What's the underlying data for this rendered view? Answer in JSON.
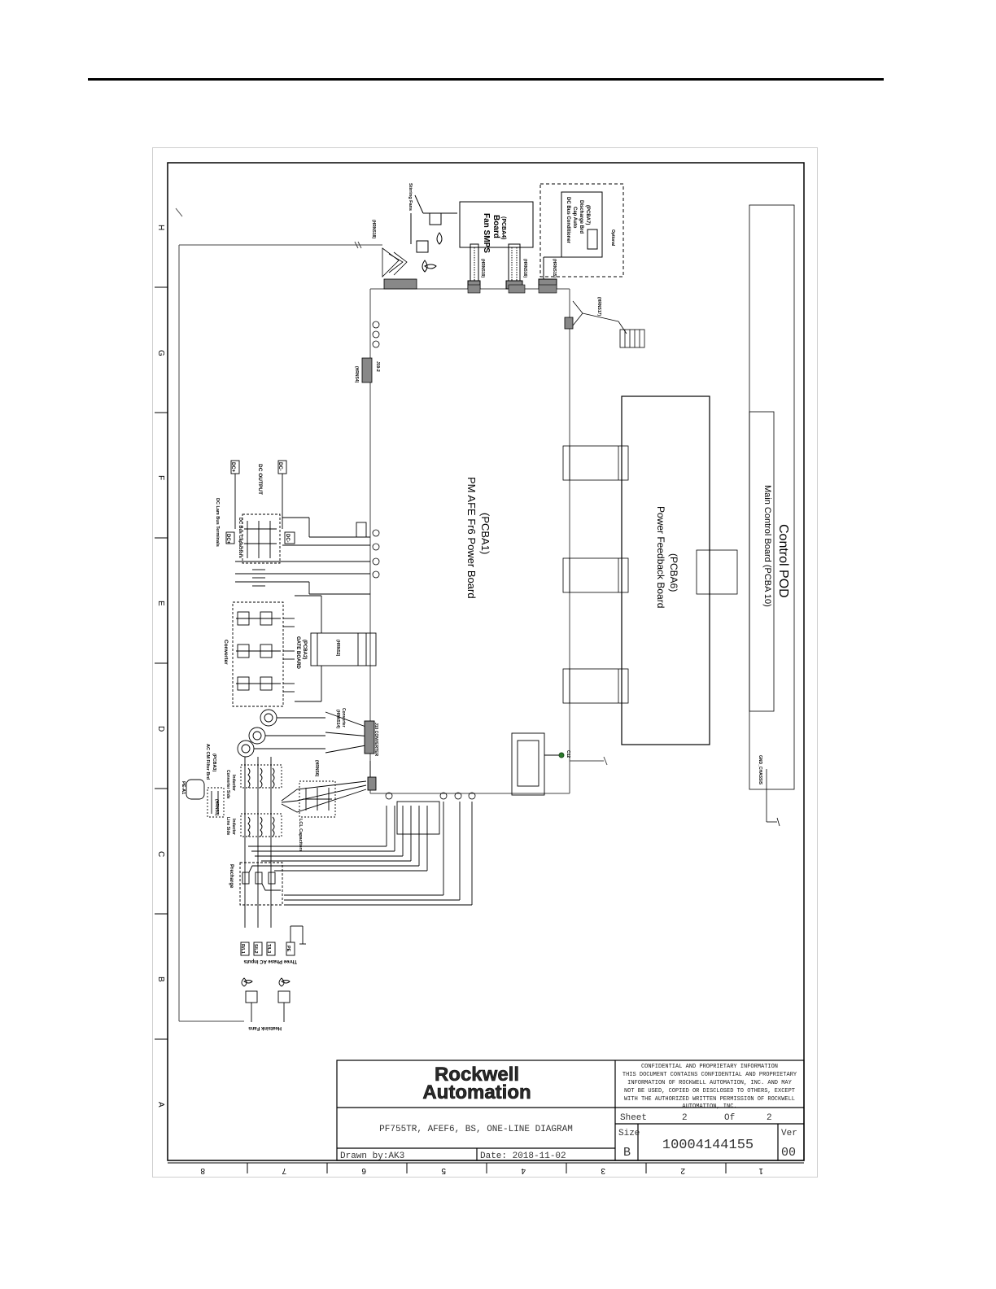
{
  "border": {
    "row_letters": [
      "H",
      "G",
      "F",
      "E",
      "D",
      "C",
      "B",
      "A"
    ],
    "col_numbers": [
      "8",
      "7",
      "6",
      "5",
      "4",
      "3",
      "2",
      "1"
    ]
  },
  "labels": {
    "stirring_fans": "Stirring Fans",
    "hrns_18": "(HRNS18)",
    "hrns_19": "(HRNS19)",
    "hrns_16": "(HRNS16)",
    "hrns_15": "(HRNS15)",
    "hrns_17": "(HRNS17)",
    "hrns_4": "(HRNS4)",
    "hrns_6": "(HRNS6)",
    "hrns_3": "(HRNS3)",
    "hrns_2": "(HRNS2)",
    "hrns_14": "(HRNS14)",
    "converter_hrns": "Converter",
    "fan_smps_line1": "Fan SMPS",
    "fan_smps_line2": "Board",
    "fan_smps_line3": "(PCBA4)",
    "dc_bus_cond_line1": "DC Bus Conditioner",
    "dc_bus_cond_line2": "Cap Auto",
    "dc_bus_cond_line3": "Discharge Brd",
    "dc_bus_cond_line4": "(PCBA7)",
    "optional": "Optional",
    "dc_lam_bus": "DC Lam Bus Terminals",
    "dc_bus_caps": "DC Bus Capacitors",
    "dc_output": "DC OUTPUT",
    "dc_plus": "DC+",
    "dc_minus": "DC-",
    "converter": "Converter",
    "gate_board": "GATE BOARD",
    "gate_pcba": "(PCBA2)",
    "pm_afe_line1": "PM AFE Fr6 Power Board",
    "pm_afe_line2": "(PCBA1)",
    "power_feedback_line1": "Power Feedback Board",
    "power_feedback_line2": "(PCBA6)",
    "main_control": "Main Control Board (PCBA 10)",
    "control_pod": "Control POD",
    "ac_cm_filter": "AC CM Filter Brd",
    "ac_cm_pcba": "(PCBA3)",
    "converter_side_inductor_1": "Converter Side",
    "converter_side_inductor_2": "Inductor",
    "line_side_inductor_1": "Line Side",
    "line_side_inductor_2": "Inductor",
    "lcl_caps": "LCL Capacitors",
    "precharge": "Precharge",
    "three_phase": "Three Phase AC Inputs",
    "heatsink_fans": "Heatsink Fans",
    "pe_a1": "PE-A1",
    "r_l1": "R/L1",
    "s_l2": "S/L2",
    "t_l3": "T/L3",
    "pe": "PE",
    "j10_converter": "J10 CONVERTER",
    "j19": "J19-2",
    "c12": "C12",
    "gnd_chassis": "GND_CHASSIS"
  },
  "title_block": {
    "logo_line1": "Rockwell",
    "logo_line2": "Automation",
    "confidential_lines": [
      "CONFIDENTIAL AND PROPRIETARY INFORMATION",
      "THIS DOCUMENT CONTAINS CONFIDENTIAL AND PROPRIETARY",
      "INFORMATION OF ROCKWELL AUTOMATION, INC. AND MAY",
      "NOT BE USED, COPIED OR DISCLOSED TO OTHERS, EXCEPT",
      "WITH THE AUTHORIZED WRITTEN PERMISSION OF ROCKWELL",
      "AUTOMATION, INC."
    ],
    "drawing_title": "PF755TR, AFEF6, BS, ONE-LINE DIAGRAM",
    "sheet_label": "Sheet",
    "sheet_value": "2",
    "of_label": "Of",
    "of_value": "2",
    "size_label": "Size",
    "size_value": "B",
    "drawing_number": "10004144155",
    "ver_label": "Ver",
    "ver_value": "00",
    "drawn_by": "Drawn by:AK3",
    "date": "Date: 2018-11-02"
  }
}
